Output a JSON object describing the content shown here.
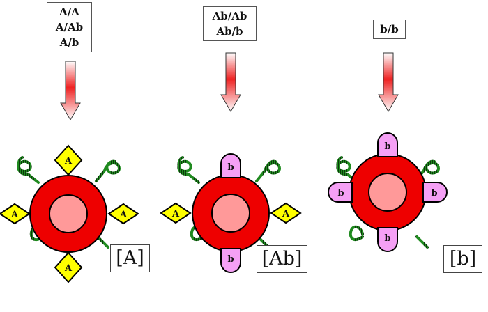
{
  "title": "ABO-style blood group antigen diagram",
  "colors": {
    "cell_outer": "#ee0000",
    "cell_inner": "#ff9999",
    "antigen_A": "#ffff00",
    "antigen_b": "#f5a0f5",
    "chain": "#1a7a1a"
  },
  "panels": [
    {
      "genotypes": [
        "A/A",
        "A/Ab",
        "A/b"
      ],
      "phenotype": "[A]",
      "antigens": {
        "top": "A",
        "right": "A",
        "bottom": "A",
        "left": "A"
      }
    },
    {
      "genotypes": [
        "Ab/Ab",
        "Ab/b"
      ],
      "phenotype": "[Ab]",
      "antigens": {
        "top": "b",
        "right": "A",
        "bottom": "b",
        "left": "A"
      }
    },
    {
      "genotypes": [
        "b/b"
      ],
      "phenotype": "[b]",
      "antigens": {
        "top": "b",
        "right": "b",
        "bottom": "b",
        "left": "b"
      }
    }
  ]
}
